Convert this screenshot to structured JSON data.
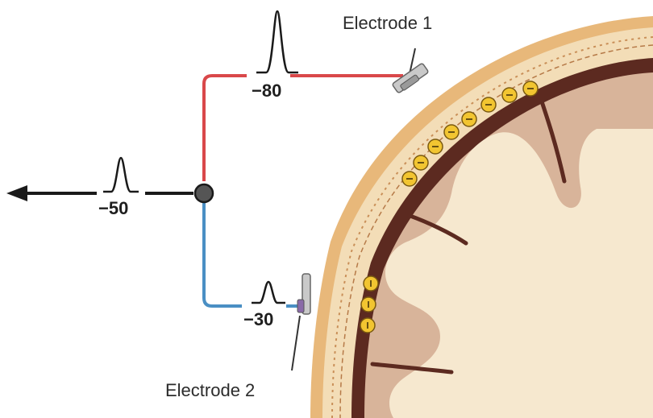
{
  "labels": {
    "electrode_1": "Electrode 1",
    "electrode_2": "Electrode 2"
  },
  "potentials": {
    "electrode_1": "−80",
    "electrode_2": "−30",
    "output": "−50"
  },
  "colors": {
    "electrode_1_wire": "#d9484a",
    "electrode_2_wire": "#4a8fc4",
    "output_wire": "#1a1a1a",
    "junction": "#555555",
    "scalp": "#e8b87a",
    "skull": "#f3ddb7",
    "dura": "#5c2a20",
    "cortex": "#d8b49a",
    "white_matter": "#f6e8cf",
    "neuron": "#f2c531"
  }
}
